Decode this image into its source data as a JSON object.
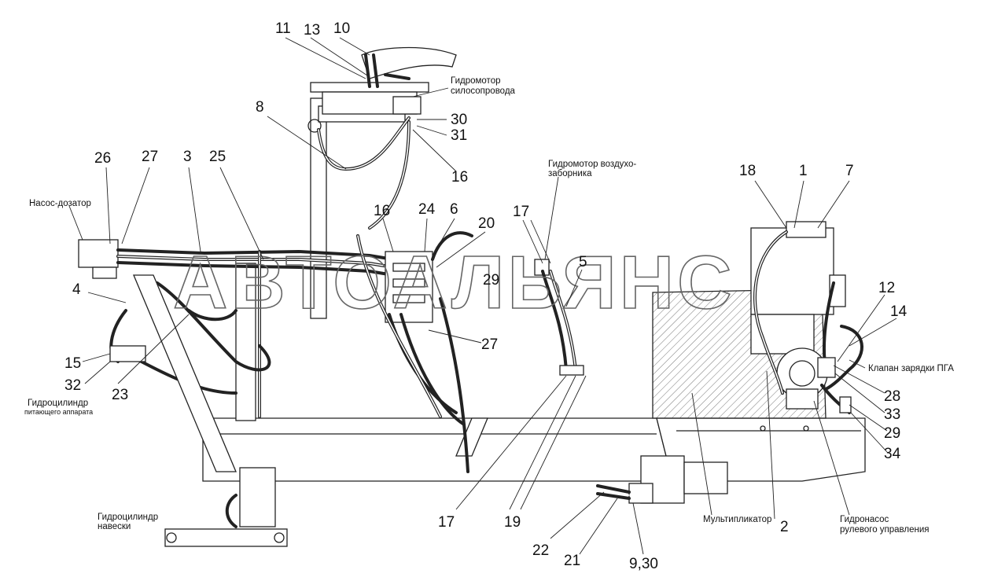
{
  "watermark": "АВТОАЛЬЯНС",
  "captions": {
    "hydromotor_silo": [
      "Гидромотор",
      "силосопровода"
    ],
    "hydromotor_air": [
      "Гидромотор воздухо-",
      "заборника"
    ],
    "pump_dosing": "Насос-дозатор",
    "cylinder_feed": [
      "Гидроцилиндр",
      "питающего аппарата"
    ],
    "cylinder_hitch": [
      "Гидроцилиндр",
      "навески"
    ],
    "multiplier": "Мультипликатор",
    "pump_steering": [
      "Гидронасос",
      "рулевого управления"
    ],
    "valve_pga": "Клапан зарядки ПГА"
  },
  "labels": [
    "11",
    "13",
    "10",
    "30",
    "31",
    "8",
    "16",
    "26",
    "27",
    "3",
    "25",
    "16",
    "24",
    "6",
    "20",
    "17",
    "5",
    "29",
    "4",
    "15",
    "32",
    "23",
    "27",
    "18",
    "1",
    "7",
    "12",
    "14",
    "28",
    "33",
    "29",
    "34",
    "17",
    "19",
    "22",
    "21",
    "9,30",
    "2"
  ],
  "colors": {
    "ink": "#222222",
    "watermark": "#666666",
    "hatch": "#777777"
  }
}
